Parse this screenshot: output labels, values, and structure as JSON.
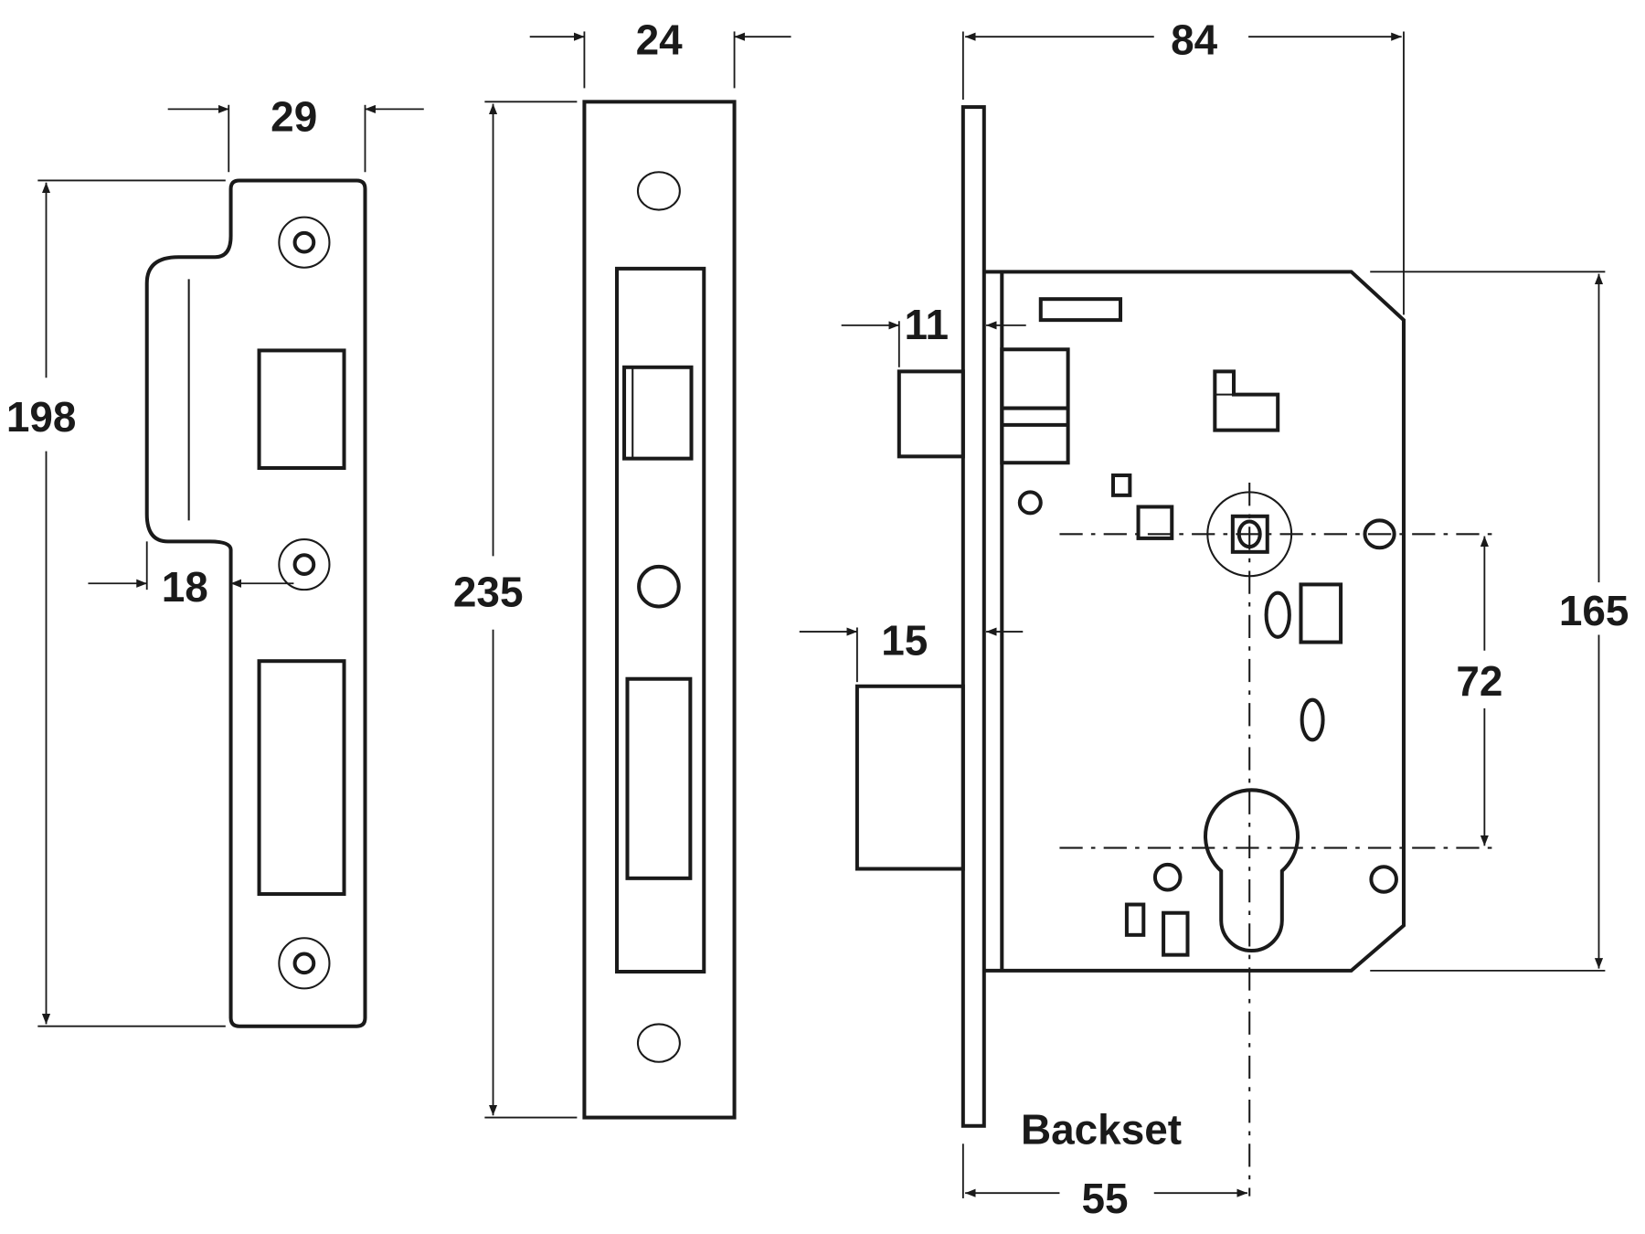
{
  "dimensions": {
    "strike_width": "29",
    "strike_height": "198",
    "strike_lip": "18",
    "forend_width": "24",
    "forend_height": "235",
    "case_depth": "84",
    "latch_projection": "11",
    "deadbolt_projection": "15",
    "case_height": "165",
    "centres": "72",
    "backset_label": "Backset",
    "backset": "55"
  },
  "colors": {
    "line": "#1a1a1a",
    "background": "#ffffff"
  }
}
